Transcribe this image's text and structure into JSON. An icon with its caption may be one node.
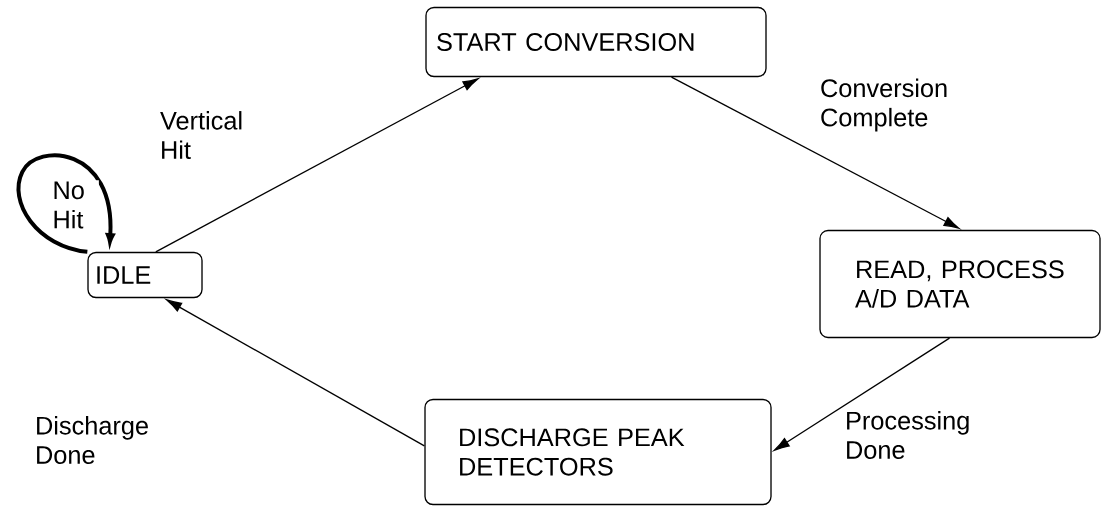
{
  "diagram": {
    "nodes": [
      {
        "text": [
          "IDLE"
        ]
      },
      {
        "text": [
          "START CONVERSION"
        ]
      },
      {
        "text": [
          "READ, PROCESS A/D DATA"
        ]
      },
      {
        "text": [
          "DISCHARGE PEAK DETECTORS"
        ]
      }
    ],
    "edges": [
      {
        "from": 0,
        "to": 1,
        "arrow": "to",
        "label": "Vertical Hit"
      },
      {
        "from": 1,
        "to": 2,
        "arrow": "to",
        "label": "Conversion Complete"
      },
      {
        "from": 2,
        "to": 3,
        "arrow": "to",
        "label": "Processing Done"
      },
      {
        "from": 3,
        "to": 0,
        "arrow": "to",
        "label": "Discharge Done"
      },
      {
        "from": 0,
        "to": 0,
        "arrow": "to",
        "label": "No Hit",
        "style": "thick"
      }
    ]
  }
}
